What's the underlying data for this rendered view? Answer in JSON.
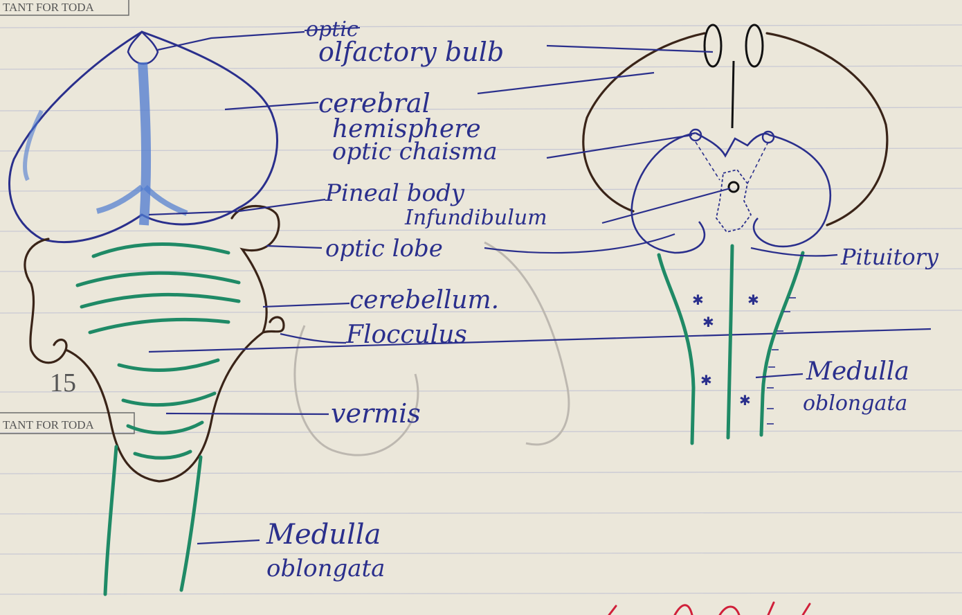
{
  "header_stamp": {
    "text_top": "TANT FOR TODA",
    "text_mid": "TANT FOR TODA"
  },
  "page_number": "15",
  "top_fragment": "optic",
  "left_diagram": {
    "labels": {
      "olfactory": "olfactory bulb",
      "cerebral_1": "cerebral",
      "cerebral_2": "hemisphere",
      "pineal": "Pineal body",
      "optic_lobe": "optic lobe",
      "cerebellum": "cerebellum.",
      "flocculus": "Flocculus",
      "vermis": "vermis",
      "medulla_1": "Medulla",
      "medulla_2": "oblongata"
    }
  },
  "right_diagram": {
    "labels": {
      "optic_chiasma": "optic chaisma",
      "infundibulum": "Infundibulum",
      "pituitary": "Pituitory",
      "medulla_1": "Medulla",
      "medulla_2": "oblongata"
    }
  },
  "colors": {
    "paper": "#ebe7da",
    "rule_line": "#c9c9d4",
    "ink_blue": "#2a2f8c",
    "ink_brown": "#3a2418",
    "ink_green": "#1f8a66",
    "ink_red": "#d0203a",
    "wash_blue": "#4d7ad0"
  }
}
